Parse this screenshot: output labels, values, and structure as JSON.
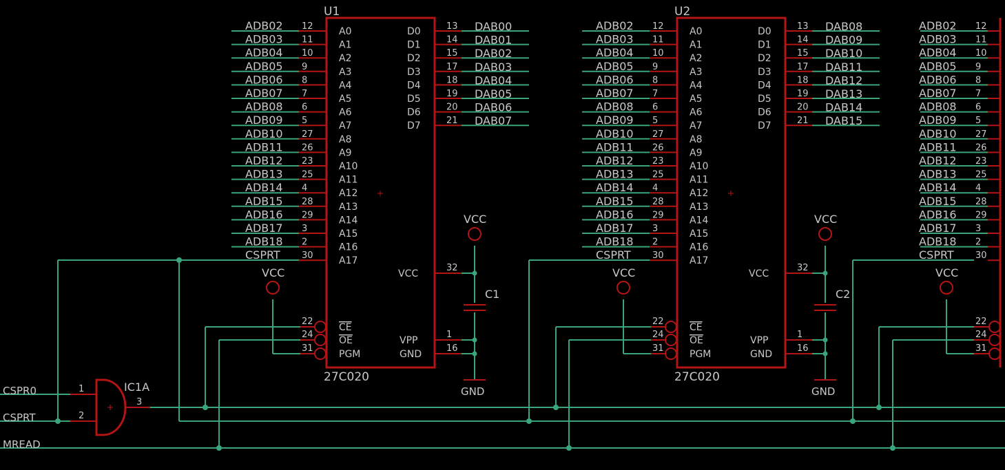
{
  "colors": {
    "background": "#000000",
    "wire": "#3aa57a",
    "part": "#b51414",
    "text": "#c8c8c8"
  },
  "chips": [
    {
      "ref": "U1",
      "value": "27C020",
      "addr_pins": [
        {
          "net": "ADB02",
          "num": "12",
          "name": "A0"
        },
        {
          "net": "ADB03",
          "num": "11",
          "name": "A1"
        },
        {
          "net": "ADB04",
          "num": "10",
          "name": "A2"
        },
        {
          "net": "ADB05",
          "num": "9",
          "name": "A3"
        },
        {
          "net": "ADB06",
          "num": "8",
          "name": "A4"
        },
        {
          "net": "ADB07",
          "num": "7",
          "name": "A5"
        },
        {
          "net": "ADB08",
          "num": "6",
          "name": "A6"
        },
        {
          "net": "ADB09",
          "num": "5",
          "name": "A7"
        },
        {
          "net": "ADB10",
          "num": "27",
          "name": "A8"
        },
        {
          "net": "ADB11",
          "num": "26",
          "name": "A9"
        },
        {
          "net": "ADB12",
          "num": "23",
          "name": "A10"
        },
        {
          "net": "ADB13",
          "num": "25",
          "name": "A11"
        },
        {
          "net": "ADB14",
          "num": "4",
          "name": "A12"
        },
        {
          "net": "ADB15",
          "num": "28",
          "name": "A13"
        },
        {
          "net": "ADB16",
          "num": "29",
          "name": "A14"
        },
        {
          "net": "ADB17",
          "num": "3",
          "name": "A15"
        },
        {
          "net": "ADB18",
          "num": "2",
          "name": "A16"
        },
        {
          "net": "CSPRT",
          "num": "30",
          "name": "A17"
        }
      ],
      "data_pins": [
        {
          "name": "D0",
          "num": "13",
          "net": "DAB00"
        },
        {
          "name": "D1",
          "num": "14",
          "net": "DAB01"
        },
        {
          "name": "D2",
          "num": "15",
          "net": "DAB02"
        },
        {
          "name": "D3",
          "num": "17",
          "net": "DAB03"
        },
        {
          "name": "D4",
          "num": "18",
          "net": "DAB04"
        },
        {
          "name": "D5",
          "num": "19",
          "net": "DAB05"
        },
        {
          "name": "D6",
          "num": "20",
          "net": "DAB06"
        },
        {
          "name": "D7",
          "num": "21",
          "net": "DAB07"
        }
      ],
      "ctrl_pins": [
        {
          "name": "CE",
          "num": "22"
        },
        {
          "name": "OE",
          "num": "24"
        },
        {
          "name": "PGM",
          "num": "31"
        }
      ],
      "pwr_pins": [
        {
          "name": "VCC",
          "num": "32"
        },
        {
          "name": "VPP",
          "num": "1"
        },
        {
          "name": "GND",
          "num": "16"
        }
      ],
      "vcc_label": "VCC",
      "pgm_vcc_label": "VCC",
      "gnd_label": "GND",
      "cap_ref": "C1"
    },
    {
      "ref": "U2",
      "value": "27C020",
      "addr_pins": [
        {
          "net": "ADB02",
          "num": "12",
          "name": "A0"
        },
        {
          "net": "ADB03",
          "num": "11",
          "name": "A1"
        },
        {
          "net": "ADB04",
          "num": "10",
          "name": "A2"
        },
        {
          "net": "ADB05",
          "num": "9",
          "name": "A3"
        },
        {
          "net": "ADB06",
          "num": "8",
          "name": "A4"
        },
        {
          "net": "ADB07",
          "num": "7",
          "name": "A5"
        },
        {
          "net": "ADB08",
          "num": "6",
          "name": "A6"
        },
        {
          "net": "ADB09",
          "num": "5",
          "name": "A7"
        },
        {
          "net": "ADB10",
          "num": "27",
          "name": "A8"
        },
        {
          "net": "ADB11",
          "num": "26",
          "name": "A9"
        },
        {
          "net": "ADB12",
          "num": "23",
          "name": "A10"
        },
        {
          "net": "ADB13",
          "num": "25",
          "name": "A11"
        },
        {
          "net": "ADB14",
          "num": "4",
          "name": "A12"
        },
        {
          "net": "ADB15",
          "num": "28",
          "name": "A13"
        },
        {
          "net": "ADB16",
          "num": "29",
          "name": "A14"
        },
        {
          "net": "ADB17",
          "num": "3",
          "name": "A15"
        },
        {
          "net": "ADB18",
          "num": "2",
          "name": "A16"
        },
        {
          "net": "CSPRT",
          "num": "30",
          "name": "A17"
        }
      ],
      "data_pins": [
        {
          "name": "D0",
          "num": "13",
          "net": "DAB08"
        },
        {
          "name": "D1",
          "num": "14",
          "net": "DAB09"
        },
        {
          "name": "D2",
          "num": "15",
          "net": "DAB10"
        },
        {
          "name": "D3",
          "num": "17",
          "net": "DAB11"
        },
        {
          "name": "D4",
          "num": "18",
          "net": "DAB12"
        },
        {
          "name": "D5",
          "num": "19",
          "net": "DAB13"
        },
        {
          "name": "D6",
          "num": "20",
          "net": "DAB14"
        },
        {
          "name": "D7",
          "num": "21",
          "net": "DAB15"
        }
      ],
      "ctrl_pins": [
        {
          "name": "CE",
          "num": "22"
        },
        {
          "name": "OE",
          "num": "24"
        },
        {
          "name": "PGM",
          "num": "31"
        }
      ],
      "pwr_pins": [
        {
          "name": "VCC",
          "num": "32"
        },
        {
          "name": "VPP",
          "num": "1"
        },
        {
          "name": "GND",
          "num": "16"
        }
      ],
      "vcc_label": "VCC",
      "pgm_vcc_label": "VCC",
      "gnd_label": "GND",
      "cap_ref": "C2"
    }
  ],
  "chip3_partial": {
    "addr_pins": [
      {
        "net": "ADB02",
        "num": "12"
      },
      {
        "net": "ADB03",
        "num": "11"
      },
      {
        "net": "ADB04",
        "num": "10"
      },
      {
        "net": "ADB05",
        "num": "9"
      },
      {
        "net": "ADB06",
        "num": "8"
      },
      {
        "net": "ADB07",
        "num": "7"
      },
      {
        "net": "ADB08",
        "num": "6"
      },
      {
        "net": "ADB09",
        "num": "5"
      },
      {
        "net": "ADB10",
        "num": "27"
      },
      {
        "net": "ADB11",
        "num": "26"
      },
      {
        "net": "ADB12",
        "num": "23"
      },
      {
        "net": "ADB13",
        "num": "25"
      },
      {
        "net": "ADB14",
        "num": "4"
      },
      {
        "net": "ADB15",
        "num": "28"
      },
      {
        "net": "ADB16",
        "num": "29"
      },
      {
        "net": "ADB17",
        "num": "3"
      },
      {
        "net": "ADB18",
        "num": "2"
      },
      {
        "net": "CSPRT",
        "num": "30"
      }
    ],
    "ctrl_nums": [
      "22",
      "24",
      "31"
    ],
    "pgm_vcc_label": "VCC"
  },
  "gate": {
    "ref": "IC1A",
    "inputs": [
      {
        "net": "CSPR0",
        "num": "1"
      },
      {
        "net": "CSPRT",
        "num": "2"
      }
    ],
    "output_num": "3"
  },
  "bus_nets": {
    "mread": "MREAD"
  }
}
